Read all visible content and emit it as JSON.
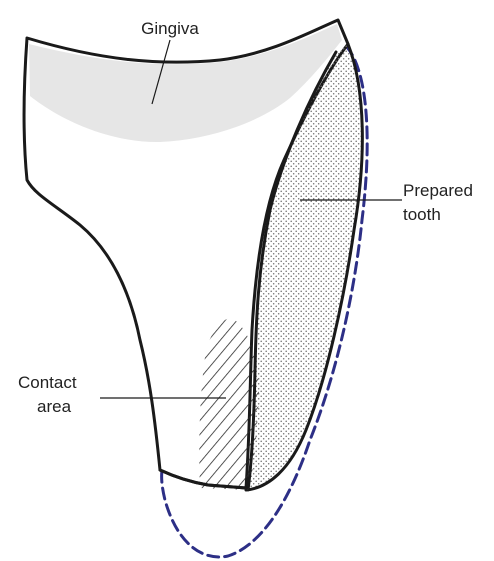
{
  "labels": {
    "gingiva": "Gingiva",
    "prepared_tooth": [
      "Prepared",
      "tooth"
    ],
    "contact_area": [
      "Contact",
      "area"
    ]
  },
  "colors": {
    "outline": "#1a1a1a",
    "gingiva_fill": "#e6e6e6",
    "stipple": "#6f6f6f",
    "hatch": "#2a2a2a",
    "dashed_outline": "#2d2f86"
  }
}
